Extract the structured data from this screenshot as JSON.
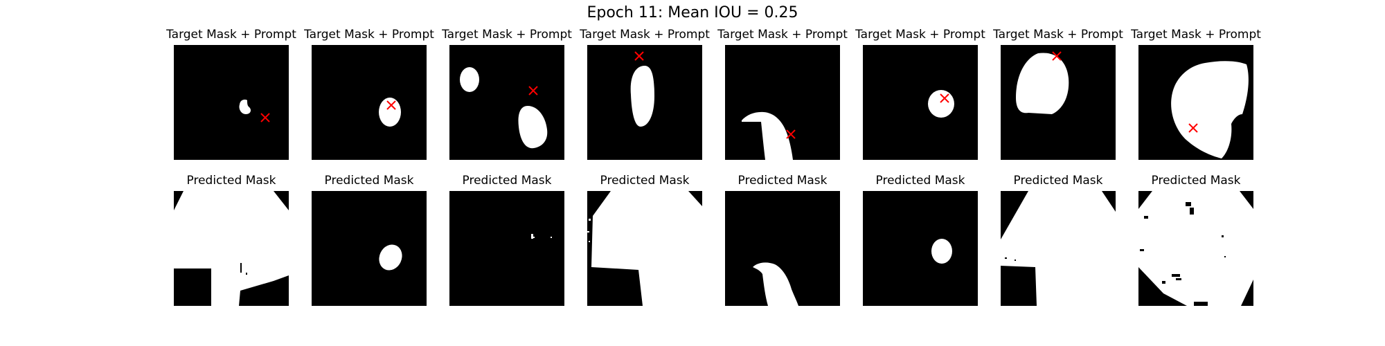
{
  "figure": {
    "title": "Epoch 11: Mean IOU = 0.25"
  },
  "colors": {
    "background": "#000000",
    "mask": "#ffffff",
    "prompt_marker": "#ff0000"
  },
  "rows": [
    {
      "row": "target",
      "panels": [
        {
          "title": "Target Mask + Prompt"
        },
        {
          "title": "Target Mask + Prompt"
        },
        {
          "title": "Target Mask + Prompt"
        },
        {
          "title": "Target Mask + Prompt"
        },
        {
          "title": "Target Mask + Prompt"
        },
        {
          "title": "Target Mask + Prompt"
        },
        {
          "title": "Target Mask + Prompt"
        },
        {
          "title": "Target Mask + Prompt"
        }
      ]
    },
    {
      "row": "predicted",
      "panels": [
        {
          "title": "Predicted Mask"
        },
        {
          "title": "Predicted Mask"
        },
        {
          "title": "Predicted Mask"
        },
        {
          "title": "Predicted Mask"
        },
        {
          "title": "Predicted Mask"
        },
        {
          "title": "Predicted Mask"
        },
        {
          "title": "Predicted Mask"
        },
        {
          "title": "Predicted Mask"
        }
      ]
    }
  ]
}
